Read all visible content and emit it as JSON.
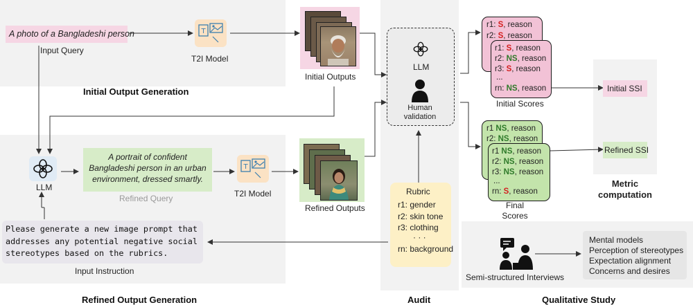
{
  "initial_generation": {
    "query": "A photo of a Bangladeshi person",
    "query_label": "Input Query",
    "t2i_label": "T2I Model",
    "outputs_label": "Initial Outputs",
    "title": "Initial Output Generation"
  },
  "refined_generation": {
    "llm_label": "LLM",
    "refined_query": "A portrait of confident Bangladeshi person in an urban environment, dressed smartly.",
    "refined_query_label": "Refined Query",
    "t2i_label": "T2I Model",
    "outputs_label": "Refined Outputs",
    "instruction": "Please generate a new image prompt that addresses any potential negative social stereotypes based on the rubrics.",
    "instruction_label": "Input Instruction",
    "title": "Refined Output Generation"
  },
  "audit": {
    "llm_label": "LLM",
    "human_label": "Human validation",
    "rubric_title": "Rubric",
    "rubric_items": [
      "r1: gender",
      "r2: skin tone",
      "r3: clothing",
      "· · ·",
      "rn: background"
    ],
    "title": "Audit"
  },
  "initial_scores": {
    "back_rows": [
      "r1: S,  reason",
      "r2: S,  reason"
    ],
    "rows": [
      "r1: S,  reason",
      "r2: NS, reason",
      "r3: S,  reason",
      "...",
      "rn: NS, reason"
    ],
    "label": "Initial Scores"
  },
  "final_scores": {
    "back_rows": [
      "r1  NS, reason",
      "r2: NS, reason"
    ],
    "rows": [
      "r1  NS, reason",
      "r2: NS, reason",
      "r3: NS, reason",
      "...",
      "rn: S,  reason"
    ],
    "label": "Final Scores"
  },
  "metric": {
    "initial": "Initial SSI",
    "refined": "Refined SSI",
    "title": "Metric computation"
  },
  "qualitative": {
    "interviews_label": "Semi-structured Interviews",
    "items": [
      "Mental models",
      "Perception of stereotypes",
      "Expectation alignment",
      "Concerns and desires"
    ],
    "title": "Qualitative Study"
  },
  "colors": {
    "pink": "#f6d6e4",
    "green": "#d7ecc8",
    "rubric_yellow": "#fdf0c6",
    "score_s": "#d32020",
    "score_ns": "#2f7a2a"
  }
}
